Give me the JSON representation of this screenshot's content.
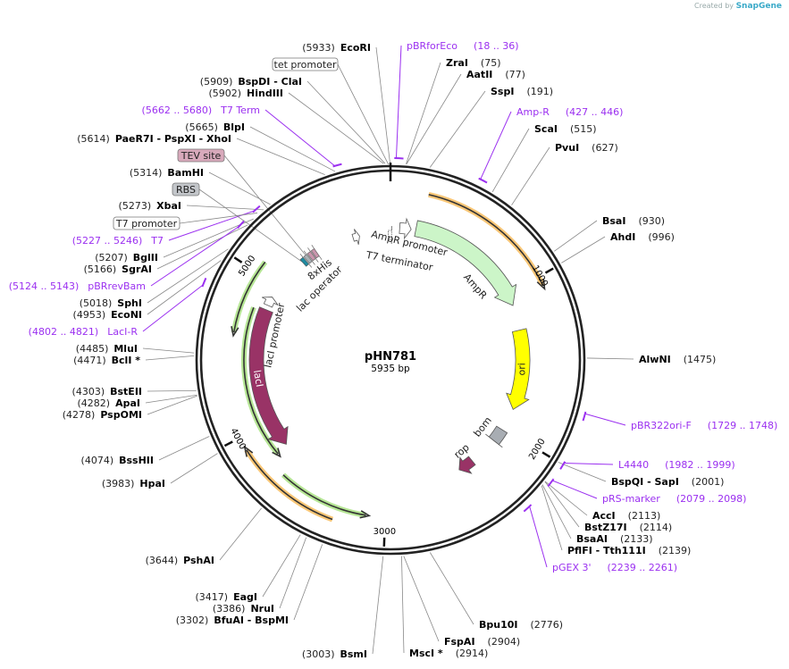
{
  "watermark": {
    "prefix": "Created by",
    "brand": "SnapGene"
  },
  "map": {
    "name": "pHN781",
    "length": "5935 bp",
    "total_bp": 5935
  },
  "ticks": [
    "1000",
    "2000",
    "3000",
    "4000",
    "5000"
  ],
  "enzymes": [
    {
      "name": "EcoRI",
      "pos": "(5933)",
      "bp": 5933
    },
    {
      "name": "BspDI   - ClaI",
      "pos": "(5909)",
      "bp": 5909
    },
    {
      "name": "HindIII",
      "pos": "(5902)",
      "bp": 5902
    },
    {
      "name": "BlpI",
      "pos": "(5665)",
      "bp": 5665
    },
    {
      "name": "PaeR7I   - PspXI   - XhoI",
      "pos": "(5614)",
      "bp": 5614
    },
    {
      "name": "BamHI",
      "pos": "(5314)",
      "bp": 5314
    },
    {
      "name": "XbaI",
      "pos": "(5273)",
      "bp": 5273
    },
    {
      "name": "BglII",
      "pos": "(5207)",
      "bp": 5207
    },
    {
      "name": "SgrAI",
      "pos": "(5166)",
      "bp": 5166
    },
    {
      "name": "SphI",
      "pos": "(5018)",
      "bp": 5018
    },
    {
      "name": "EcoNI",
      "pos": "(4953)",
      "bp": 4953
    },
    {
      "name": "MluI",
      "pos": "(4485)",
      "bp": 4485
    },
    {
      "name": "BclI *",
      "pos": "(4471)",
      "bp": 4471
    },
    {
      "name": "BstEII",
      "pos": "(4303)",
      "bp": 4303
    },
    {
      "name": "ApaI",
      "pos": "(4282)",
      "bp": 4282
    },
    {
      "name": "PspOMI",
      "pos": "(4278)",
      "bp": 4278
    },
    {
      "name": "BssHII",
      "pos": "(4074)",
      "bp": 4074
    },
    {
      "name": "HpaI",
      "pos": "(3983)",
      "bp": 3983
    },
    {
      "name": "PshAI",
      "pos": "(3644)",
      "bp": 3644
    },
    {
      "name": "EagI",
      "pos": "(3417)",
      "bp": 3417
    },
    {
      "name": "NruI",
      "pos": "(3386)",
      "bp": 3386
    },
    {
      "name": "BfuAI   - BspMI",
      "pos": "(3302)",
      "bp": 3302
    },
    {
      "name": "BsmI",
      "pos": "(3003)",
      "bp": 3003
    },
    {
      "name": "MscI *",
      "pos": "(2914)",
      "bp": 2914
    },
    {
      "name": "FspAI",
      "pos": "(2904)",
      "bp": 2904
    },
    {
      "name": "Bpu10I",
      "pos": "(2776)",
      "bp": 2776
    },
    {
      "name": "PflFI   - Tth111I",
      "pos": "(2139)",
      "bp": 2139
    },
    {
      "name": "BsaAI",
      "pos": "(2133)",
      "bp": 2133
    },
    {
      "name": "BstZ17I",
      "pos": "(2114)",
      "bp": 2114
    },
    {
      "name": "AccI",
      "pos": "(2113)",
      "bp": 2113
    },
    {
      "name": "BspQI   - SapI",
      "pos": "(2001)",
      "bp": 2001
    },
    {
      "name": "AlwNI",
      "pos": "(1475)",
      "bp": 1475
    },
    {
      "name": "AhdI",
      "pos": "(996)",
      "bp": 996
    },
    {
      "name": "BsaI",
      "pos": "(930)",
      "bp": 930
    },
    {
      "name": "PvuI",
      "pos": "(627)",
      "bp": 627
    },
    {
      "name": "ScaI",
      "pos": "(515)",
      "bp": 515
    },
    {
      "name": "SspI",
      "pos": "(191)",
      "bp": 191
    },
    {
      "name": "AatII",
      "pos": "(77)",
      "bp": 77
    },
    {
      "name": "ZraI",
      "pos": "(75)",
      "bp": 75
    }
  ],
  "primers": [
    {
      "name": "pBRforEco",
      "range": "(18 .. 36)",
      "start": 18,
      "end": 36
    },
    {
      "name": "Amp-R",
      "range": "(427 .. 446)",
      "start": 427,
      "end": 446
    },
    {
      "name": "pBR322ori-F",
      "range": "(1729 .. 1748)",
      "start": 1729,
      "end": 1748
    },
    {
      "name": "L4440",
      "range": "(1982 .. 1999)",
      "start": 1982,
      "end": 1999
    },
    {
      "name": "pRS-marker",
      "range": "(2079 .. 2098)",
      "start": 2079,
      "end": 2098
    },
    {
      "name": "pGEX 3'",
      "range": "(2239 .. 2261)",
      "start": 2239,
      "end": 2261
    },
    {
      "name": "T7 Term",
      "range": "(5662 .. 5680)",
      "start": 5662,
      "end": 5680
    },
    {
      "name": "T7",
      "range": "(5227 .. 5246)",
      "start": 5227,
      "end": 5246
    },
    {
      "name": "pBRrevBam",
      "range": "(5124 .. 5143)",
      "start": 5124,
      "end": 5143
    },
    {
      "name": "LacI-R",
      "range": "(4802 .. 4821)",
      "start": 4802,
      "end": 4821
    }
  ],
  "boxed_features": [
    {
      "name": "tet promoter",
      "color": "#ffffff"
    },
    {
      "name": "TEV site",
      "color": "#d8a9bb"
    },
    {
      "name": "RBS",
      "color": "#c3c6ca"
    },
    {
      "name": "T7 promoter",
      "color": "#ffffff"
    }
  ],
  "features": {
    "ampr": {
      "name": "AmpR",
      "color": "#ccf5c8"
    },
    "ampr_promoter": {
      "name": "AmpR promoter"
    },
    "t7_terminator": {
      "name": "T7 terminator"
    },
    "ori": {
      "name": "ori",
      "color": "#ffff00"
    },
    "bom": {
      "name": "bom",
      "color": "#a8adb3"
    },
    "rop": {
      "name": "rop",
      "color": "#993366"
    },
    "laci": {
      "name": "lacI",
      "color": "#993366"
    },
    "laci_promoter": {
      "name": "lacI promoter"
    },
    "his_tag": {
      "name": "8xHis"
    },
    "lac_operator": {
      "name": "lac operator"
    },
    "orf_color": "#f7b955",
    "orf2_color": "#a4e07a",
    "primer_color": "#9b30f0"
  }
}
